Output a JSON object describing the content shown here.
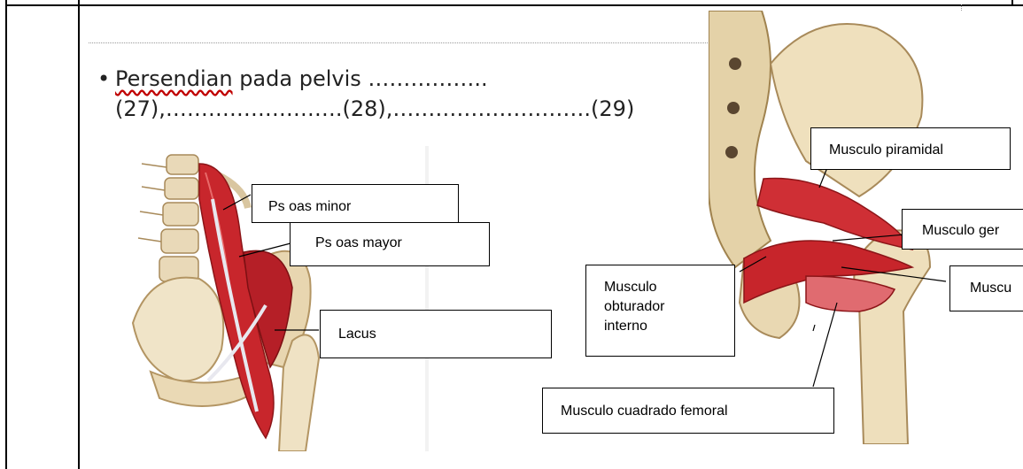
{
  "bullet": {
    "word": "Persendian",
    "rest": " pada pelvis ……………..",
    "line2": "(27),…………………….(28),……………………….(29)"
  },
  "labels": {
    "psoas_minor": "Ps oas minor",
    "psoas_mayor": "Ps oas mayor",
    "lacus": "Lacus",
    "piramidal": "Musculo piramidal",
    "gemelo_partial": "Musculo ger",
    "obturador": "Musculo\nobturador\ninterno",
    "cuadrado": "Musculo cuadrado femoral",
    "right_partial": "Muscu"
  },
  "illustrations": {
    "left": "psoas-muscles-anterior-view",
    "right": "hip-posterior-muscles-view"
  }
}
